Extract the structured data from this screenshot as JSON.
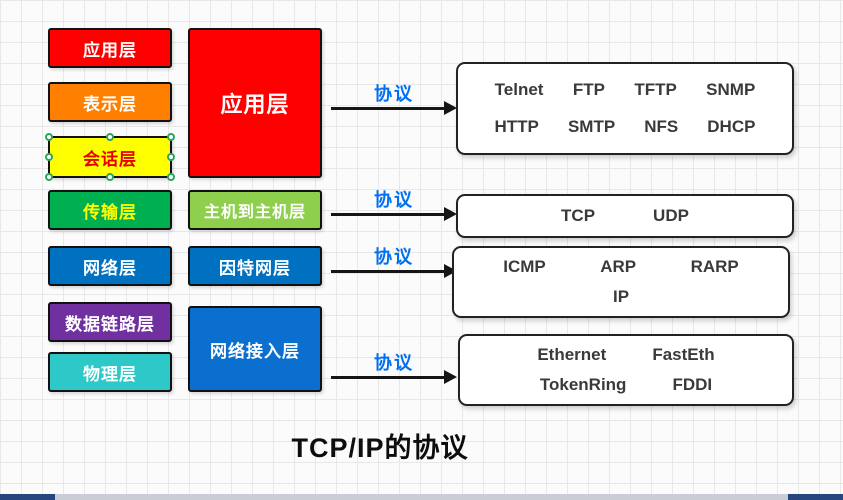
{
  "title": "TCP/IP的协议",
  "protocol_label": "协议",
  "colors": {
    "protocol_label": "#0070f0",
    "arrow": "#151515",
    "protocol_text": "#3a3a3a"
  },
  "osi_layers": [
    {
      "label": "应用层",
      "bg": "#fe0000",
      "fg": "#ffffff"
    },
    {
      "label": "表示层",
      "bg": "#ff7f00",
      "fg": "#ffffff"
    },
    {
      "label": "会话层",
      "bg": "#ffff00",
      "fg": "#e80000",
      "selected": true
    },
    {
      "label": "传输层",
      "bg": "#00b050",
      "fg": "#ffff00"
    },
    {
      "label": "网络层",
      "bg": "#0070c0",
      "fg": "#ffffff"
    },
    {
      "label": "数据链路层",
      "bg": "#7030a0",
      "fg": "#ffffff"
    },
    {
      "label": "物理层",
      "bg": "#2ec8c8",
      "fg": "#ffffff"
    }
  ],
  "tcpip_layers": [
    {
      "label": "应用层",
      "bg": "#fe0000",
      "fg": "#ffffff"
    },
    {
      "label": "主机到主机层",
      "bg": "#8ed04e",
      "fg": "#ffffff"
    },
    {
      "label": "因特网层",
      "bg": "#0070c0",
      "fg": "#ffffff"
    },
    {
      "label": "网络接入层",
      "bg": "#0b6fd0",
      "fg": "#ffffff"
    }
  ],
  "protocol_groups": [
    {
      "rows": [
        [
          "Telnet",
          "FTP",
          "TFTP",
          "SNMP"
        ],
        [
          "HTTP",
          "SMTP",
          "NFS",
          "DHCP"
        ]
      ]
    },
    {
      "rows": [
        [
          "TCP",
          "UDP"
        ]
      ]
    },
    {
      "rows": [
        [
          "ICMP",
          "ARP",
          "RARP"
        ],
        [
          "IP"
        ]
      ]
    },
    {
      "rows": [
        [
          "Ethernet",
          "FastEth"
        ],
        [
          "TokenRing",
          "FDDI"
        ]
      ]
    }
  ]
}
